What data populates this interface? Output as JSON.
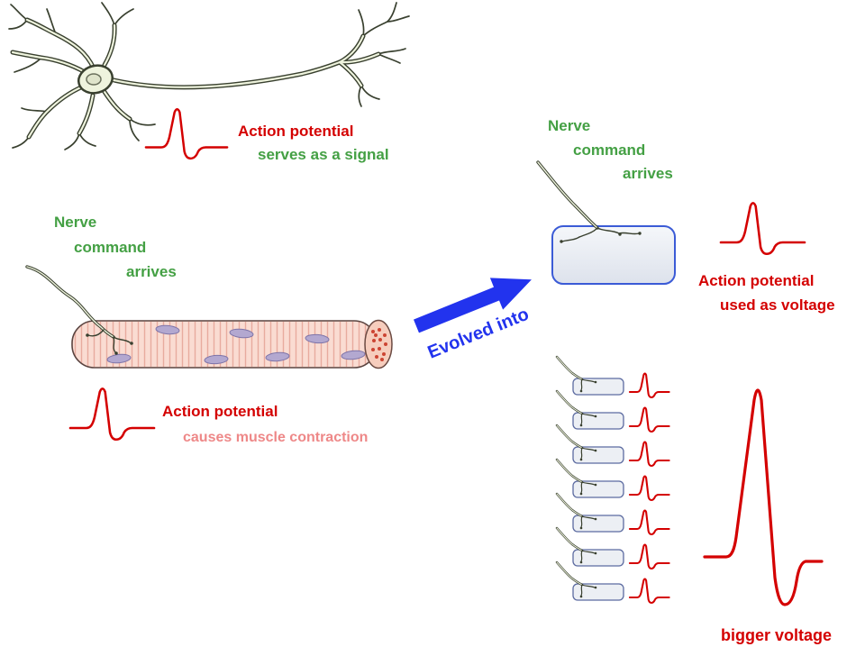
{
  "labels": {
    "neuron_ap_title": "Action potential",
    "neuron_ap_subtitle": "serves as a signal",
    "nerve_left": {
      "line1": "Nerve",
      "line2": "command",
      "line3": "arrives"
    },
    "muscle_ap_title": "Action potential",
    "muscle_ap_subtitle": "causes muscle contraction",
    "evolution_arrow": "Evolved into",
    "nerve_right": {
      "line1": "Nerve",
      "line2": "command",
      "line3": "arrives"
    },
    "electrocyte_ap_title": "Action potential",
    "electrocyte_ap_subtitle": "used as voltage",
    "stack_caption": "bigger voltage"
  },
  "electrocyte_stack": {
    "cell_count": 7
  },
  "colors": {
    "action_potential_red": "#d40000",
    "label_green": "#44a044",
    "muscle_label_pink": "#ee8888",
    "arrow_blue": "#2233ee",
    "muscle_fill": "#fadcd2",
    "nucleus_purple": "#b3a8d0",
    "electrocyte_stroke": "#3b5bd6",
    "neuron_fill": "#eef3dd"
  }
}
